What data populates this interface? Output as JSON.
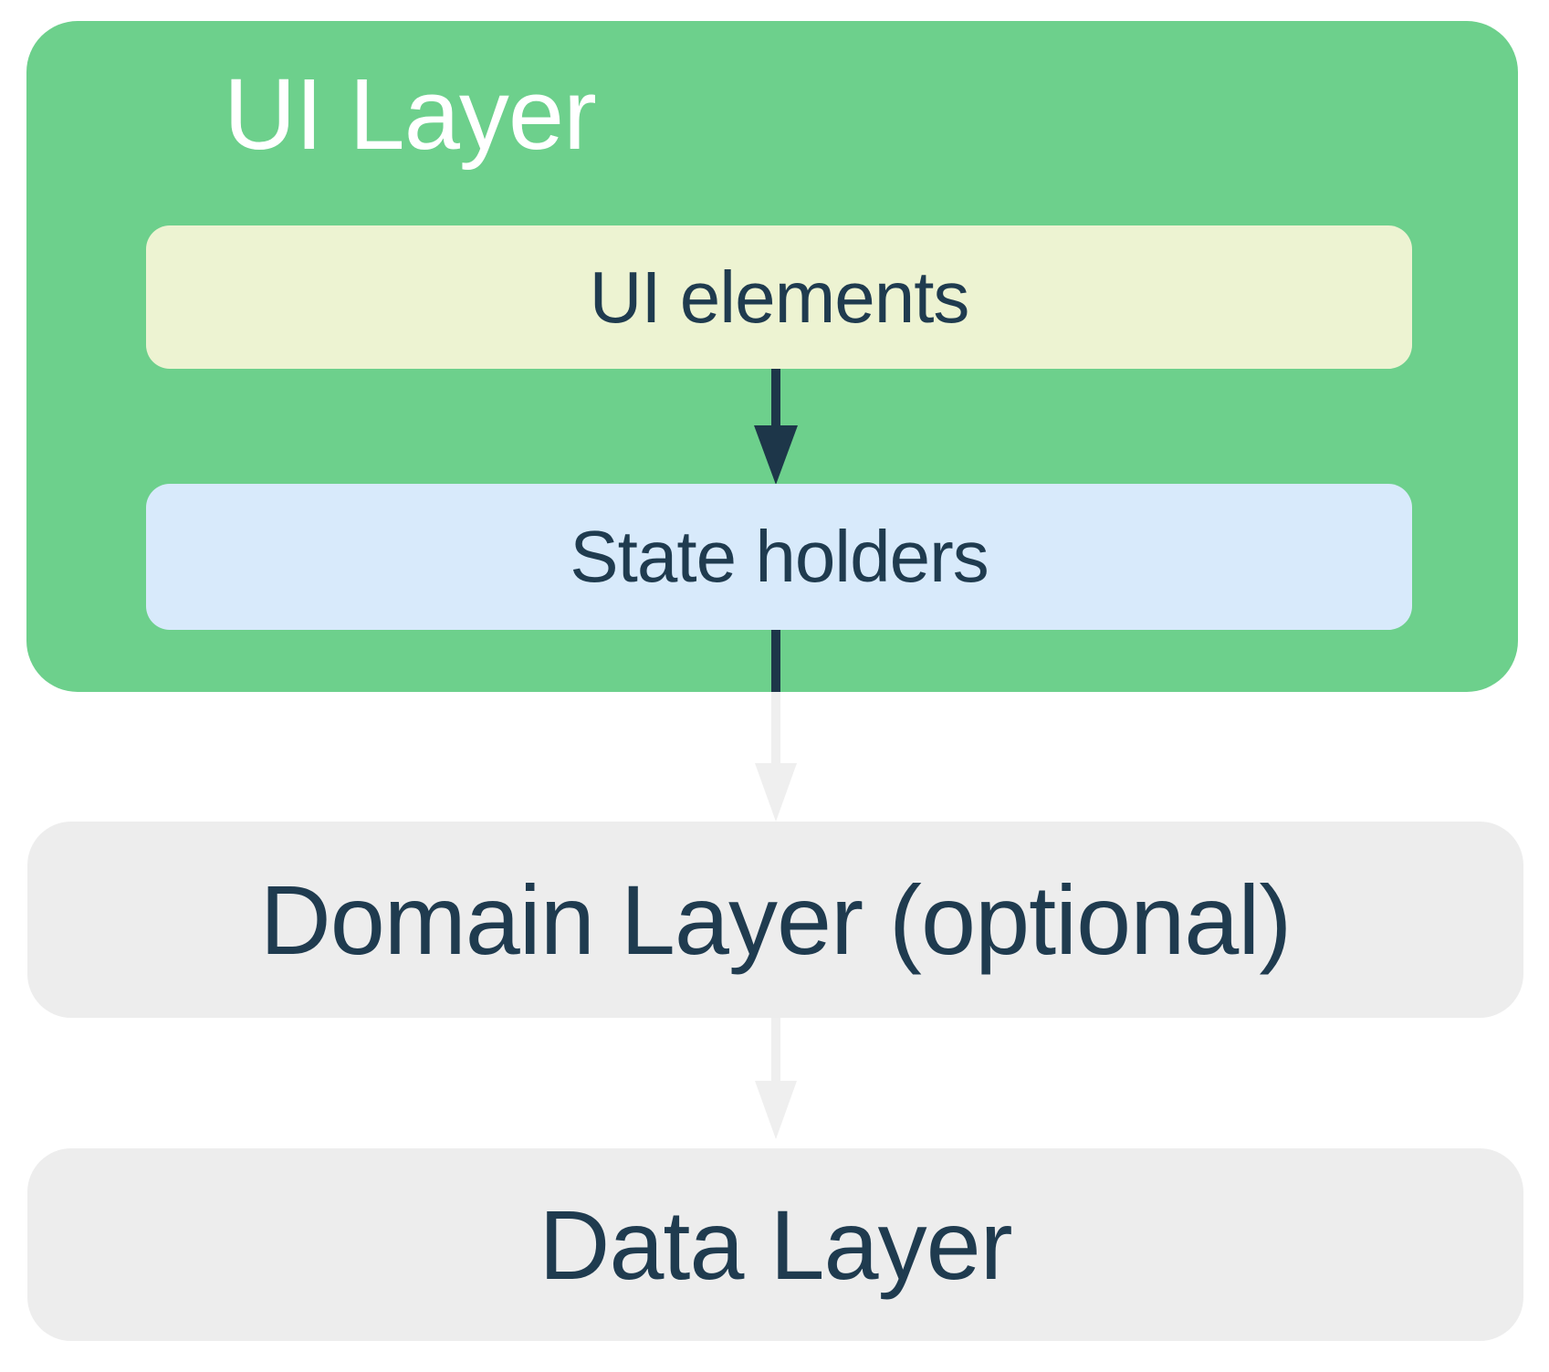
{
  "diagram": {
    "title": "UI Layer",
    "nodes": {
      "ui_layer": {
        "label": "UI Layer",
        "bg_color": "#6dd08c",
        "text_color": "#ffffff"
      },
      "ui_elements": {
        "label": "UI elements",
        "bg_color": "#edf3d2",
        "text_color": "#1f3b4f"
      },
      "state_holders": {
        "label": "State holders",
        "bg_color": "#d8eafb",
        "text_color": "#1f3b4f"
      },
      "domain_layer": {
        "label": "Domain Layer (optional)",
        "bg_color": "#ededed",
        "text_color": "#1f3b4f"
      },
      "data_layer": {
        "label": "Data Layer",
        "bg_color": "#ededed",
        "text_color": "#1f3b4f"
      }
    },
    "arrows": [
      {
        "from": "ui_elements",
        "to": "state_holders",
        "color": "#1d3649",
        "description": "dark downward arrow"
      },
      {
        "from": "state_holders",
        "to": "domain_layer",
        "color_start": "#1d3649",
        "color_end": "#efefef",
        "description": "two-tone downward arrow, dark inside UI Layer, light outside"
      },
      {
        "from": "domain_layer",
        "to": "data_layer",
        "color": "#efefef",
        "description": "light downward arrow"
      }
    ],
    "background_color": "#ffffff"
  }
}
